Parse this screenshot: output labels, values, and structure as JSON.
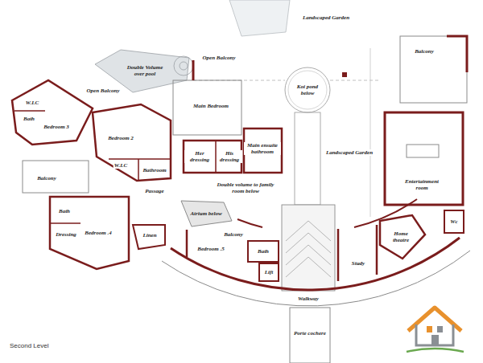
{
  "diagram": {
    "caption": "Second Level",
    "labels": [
      "Landscaped Garden",
      "Double Volume over pool",
      "Open Balcony",
      "Koi pond below",
      "Balcony",
      "W.I.C",
      "Open Balcony",
      "Main Bedroom",
      "Bath",
      "Bedroom 3",
      "Her dressing",
      "His dressing",
      "Main ensuite bathroom",
      "Bedroom 2",
      "Landscaped Garden",
      "W.I.C",
      "Bathroom",
      "Entertainment room",
      "Balcony",
      "Double volume to family room below",
      "Passage",
      "Atrium below",
      "Bath",
      "Bedroom .4",
      "Dressing",
      "Linen",
      "Balcony",
      "Bedroom .5",
      "Home theatre",
      "Wc",
      "Bath",
      "Study",
      "Lift",
      "Walkway",
      "Porte cochere"
    ]
  }
}
